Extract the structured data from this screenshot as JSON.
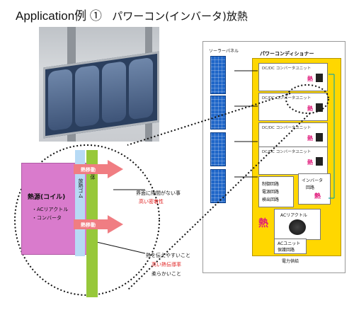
{
  "title": {
    "prefix": "Application例 ①",
    "main": "パワーコン(インバータ)放熱"
  },
  "system": {
    "solar_panel_label": "ソーラーパネル",
    "power_conditioner_label": "パワーコンディショナー",
    "dcdc_units": [
      "DC/DC コンバータユニット",
      "DC/DC コンバータユニット",
      "DC/DC コンバータユニット",
      "DC/DC コンバータユニット"
    ],
    "control_block": [
      "制御回路",
      "電源回路",
      "検出回路"
    ],
    "inverter_block": [
      "インバータ",
      "回路"
    ],
    "ac_reactor_label": "ACリアクトル",
    "ac_unit": [
      "ACユニット",
      "保護回路"
    ],
    "power_supply_label": "電力供給",
    "heat_glyph": "熱"
  },
  "heat_diagram": {
    "heat_source_title": "熱源(コイル)",
    "heat_source_items": [
      "・ACリアクトル",
      "・コンバータ"
    ],
    "arrow_label": "熱移動",
    "rubber_label": "放熱ゴム",
    "body_label": "筐体",
    "note1": "界面に隙間がない事",
    "note1_red": "高い密着性",
    "note2": "熱を伝えやすいこと",
    "note2_red": "高い熱伝導率",
    "note3": "柔らかいこと"
  }
}
